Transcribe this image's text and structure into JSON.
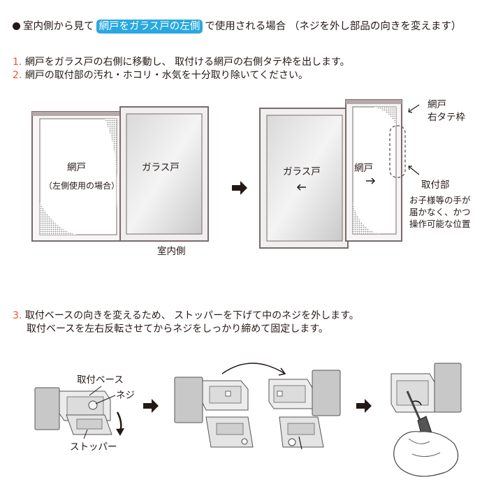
{
  "header": {
    "prefix": "室内側から見て",
    "highlight": "網戸をガラス戸の左側",
    "suffix": "で使用される場合 （ネジを外し部品の向きを変えます）"
  },
  "steps": [
    {
      "num": "1.",
      "text": "網戸をガラス戸の右側に移動し、 取付ける網戸の右側タテ枠を出します。"
    },
    {
      "num": "2.",
      "text": "網戸の取付部の汚れ・ホコリ・水気を十分取り除いてください。"
    },
    {
      "num": "3.",
      "text": "取付ベースの向きを変えるため、 ストッパーを下げて中のネジを外します。"
    }
  ],
  "step3_line2": "取付ベースを左右反転させてからネジをしっかり締めて固定します。",
  "diagram1": {
    "screen_label": "網戸",
    "screen_note": "（左側使用の場合）",
    "glass_label": "ガラス戸",
    "indoor_label": "室内側"
  },
  "diagram2": {
    "glass_label": "ガラス戸",
    "screen_label": "網戸",
    "frame_label_1": "網戸",
    "frame_label_2": "右タテ枠",
    "mount_label": "取付部",
    "note_lines": [
      "お子様等の手が",
      "届かなく、かつ",
      "操作可能な位置"
    ]
  },
  "parts": {
    "base_label": "取付ベース",
    "screw_label": "ネジ",
    "stopper_label": "ストッパー"
  },
  "colors": {
    "accent": "#29a8e0",
    "step_number": "#e4572e",
    "frame": "#7a6a6a"
  }
}
